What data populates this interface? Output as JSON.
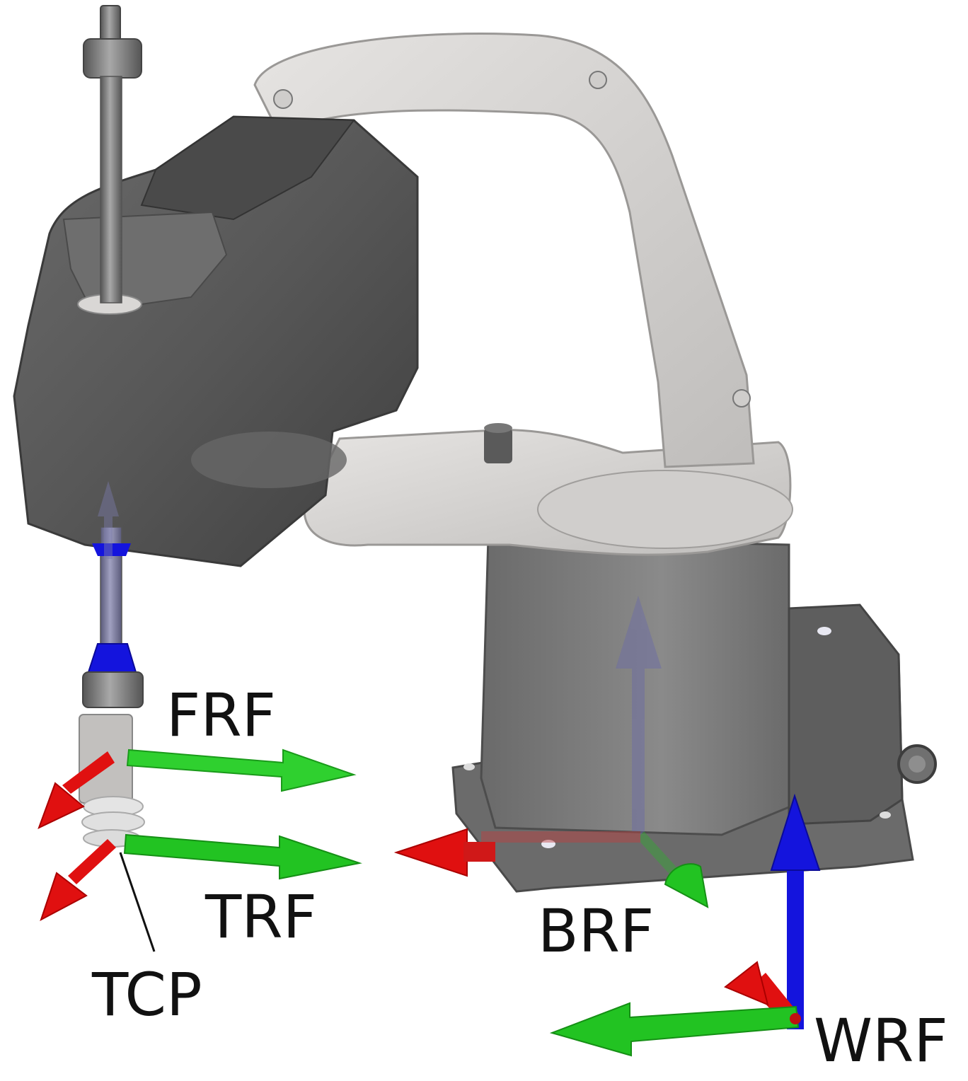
{
  "labels": {
    "frf": "FRF",
    "trf": "TRF",
    "tcp": "TCP",
    "brf": "BRF",
    "wrf": "WRF"
  },
  "colors": {
    "x_axis": "#e01010",
    "y_axis": "#22c322",
    "z_axis": "#1414dd",
    "robot_dark": "#5c5c5c",
    "robot_mid": "#7a7a7a",
    "robot_light": "#d6d4d2"
  },
  "frames": [
    {
      "name": "FRF",
      "axes": [
        "x",
        "y",
        "z"
      ]
    },
    {
      "name": "TRF",
      "axes": [
        "x",
        "y"
      ]
    },
    {
      "name": "BRF",
      "axes": [
        "x",
        "y",
        "z"
      ]
    },
    {
      "name": "WRF",
      "axes": [
        "x",
        "y",
        "z"
      ]
    }
  ]
}
